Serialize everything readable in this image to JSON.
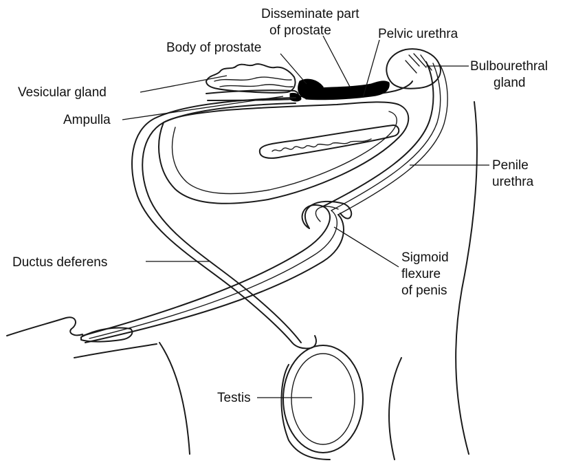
{
  "colors": {
    "background": "#ffffff",
    "line": "#1a1a1a",
    "text": "#111111",
    "prostate_fill": "#000000"
  },
  "labels": {
    "disseminate_prostate_line1": "Disseminate part",
    "disseminate_prostate_line2": "of prostate",
    "pelvic_urethra": "Pelvic urethra",
    "body_of_prostate": "Body of prostate",
    "bulbourethral_line1": "Bulbourethral",
    "bulbourethral_line2": "gland",
    "vesicular_gland": "Vesicular gland",
    "ampulla": "Ampulla",
    "penile_urethra_line1": "Penile",
    "penile_urethra_line2": "urethra",
    "ductus_deferens": "Ductus deferens",
    "sigmoid_line1": "Sigmoid",
    "sigmoid_line2": "flexure",
    "sigmoid_line3": "of penis",
    "testis": "Testis"
  }
}
